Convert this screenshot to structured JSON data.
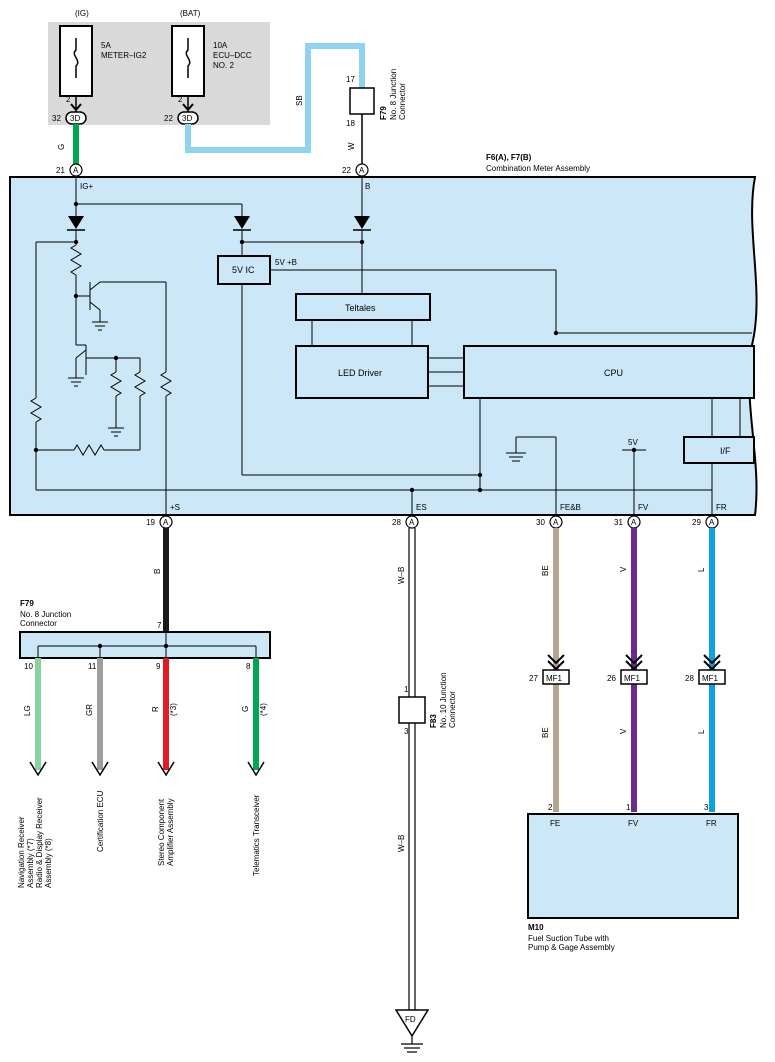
{
  "fuse_panel": {
    "fuses": [
      {
        "supply": "(IG)",
        "name": "5A\nMETER–IG2",
        "pin": "2",
        "conn_pin": "32",
        "conn": "3D",
        "wire": "G"
      },
      {
        "supply": "(BAT)",
        "name": "10A\nECU–DCC\nNO. 2",
        "pin": "2",
        "conn_pin": "22",
        "conn": "3D",
        "wire": ""
      }
    ]
  },
  "jc_f79_top": {
    "code": "F79",
    "desc": "No.  8 Junction\nConnector",
    "pin_in": "17",
    "pin_out": "18",
    "wire_in": "SB",
    "wire_out": "W"
  },
  "meter": {
    "code": "F6(A), F7(B)",
    "name": "Combination Meter Assembly",
    "top_pins": [
      {
        "pin": "21",
        "conn": "A",
        "label": "IG+"
      },
      {
        "pin": "22",
        "conn": "A",
        "label": "B"
      }
    ],
    "blocks": {
      "ic": "5V IC",
      "ic_out": "5V +B",
      "teltales": "Teltales",
      "led": "LED Driver",
      "cpu": "CPU",
      "if": "I/F",
      "fivev": "5V"
    },
    "bottom_pins": [
      {
        "pin": "19",
        "conn": "A",
        "label": "+S",
        "wire": "B"
      },
      {
        "pin": "28",
        "conn": "A",
        "label": "ES",
        "wire": "W–B"
      },
      {
        "pin": "30",
        "conn": "A",
        "label": "FE&B",
        "wire": "BE"
      },
      {
        "pin": "31",
        "conn": "A",
        "label": "FV",
        "wire": "V"
      },
      {
        "pin": "29",
        "conn": "A",
        "label": "FR",
        "wire": "L"
      }
    ]
  },
  "jc_f79_bottom": {
    "code": "F79",
    "desc": "No.  8 Junction\nConnector",
    "in_pin": "7",
    "branches": [
      {
        "pin": "10",
        "wire": "LG",
        "note": "",
        "dest": "Navigation Receiver\nAssembly (*7)\nRadio & Display Receiver\nAssembly (*8)"
      },
      {
        "pin": "11",
        "wire": "GR",
        "note": "",
        "dest": "Certification ECU"
      },
      {
        "pin": "9",
        "wire": "R",
        "note": "(*3)",
        "dest": "Stereo Component\nAmplifier Assembly"
      },
      {
        "pin": "8",
        "wire": "G",
        "note": "(*4)",
        "dest": "Telematics Transceiver"
      }
    ]
  },
  "jc_f83": {
    "code": "F83",
    "desc": "No.  10 Junction\nConnector",
    "pin_in": "1",
    "pin_out": "3",
    "wire": "W–B"
  },
  "ground": {
    "label": "FD"
  },
  "mf1": [
    {
      "pin": "27",
      "conn": "MF1",
      "wire": "BE"
    },
    {
      "pin": "26",
      "conn": "MF1",
      "wire": "V"
    },
    {
      "pin": "28",
      "conn": "MF1",
      "wire": "L"
    }
  ],
  "m10": {
    "code": "M10",
    "name": "Fuel Suction Tube with\nPump & Gage Assembly",
    "pins": [
      {
        "pin": "2",
        "label": "FE"
      },
      {
        "pin": "1",
        "label": "FV"
      },
      {
        "pin": "3",
        "label": "FR"
      }
    ]
  },
  "colors": {
    "panel_bg": "#d9d9d9",
    "meter_bg": "#cce8f8",
    "wire_green": "#00a651",
    "wire_sb": "#8fd3f2",
    "wire_black": "#1a1a1a",
    "wire_be": "#b5a48f",
    "wire_v": "#6a2a8e",
    "wire_l": "#0aa3df",
    "wire_lg": "#88d1a0",
    "wire_gr": "#9d9d9d",
    "wire_r": "#e21b23"
  }
}
